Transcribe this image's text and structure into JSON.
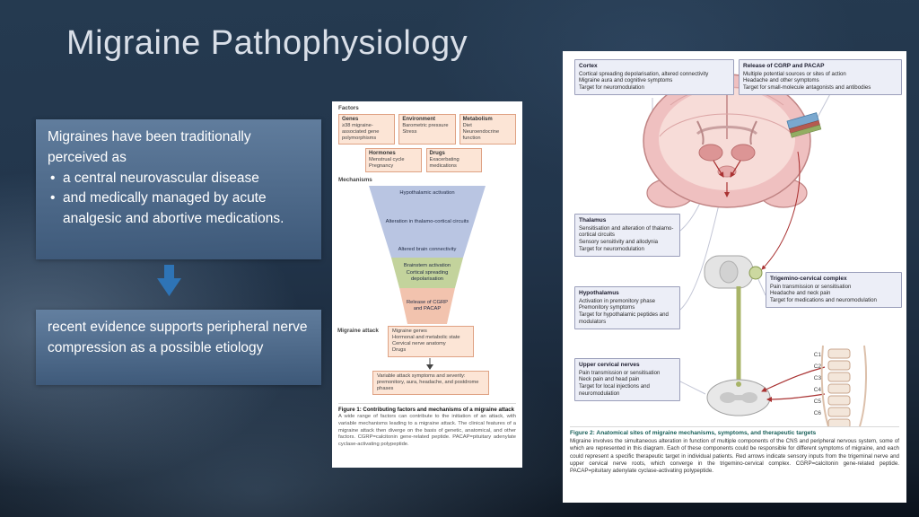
{
  "slide": {
    "title": "Migraine Pathophysiology",
    "traditional_box": {
      "intro": "Migraines have been traditionally perceived as",
      "bullets": [
        "a central neurovascular disease",
        "and medically managed by acute analgesic and abortive medications."
      ]
    },
    "evidence_box": {
      "text": "recent evidence supports peripheral nerve compression as a possible etiology"
    }
  },
  "figure1": {
    "factors_label": "Factors",
    "factors": [
      {
        "title": "Genes",
        "lines": [
          "≥38 migraine-associated gene polymorphisms"
        ]
      },
      {
        "title": "Environment",
        "lines": [
          "Barometric pressure",
          "Stress"
        ]
      },
      {
        "title": "Metabolism",
        "lines": [
          "Diet",
          "Neuroendocrine function"
        ]
      },
      {
        "title": "Hormones",
        "lines": [
          "Menstrual cycle",
          "Pregnancy"
        ]
      },
      {
        "title": "Drugs",
        "lines": [
          "Exacerbating medications"
        ]
      }
    ],
    "mechanisms_label": "Mechanisms",
    "funnel_blue": [
      "Hypothalamic activation",
      "Alteration in thalamo-cortical circuits",
      "Altered brain connectivity"
    ],
    "funnel_green": [
      "Brainstem activation",
      "Cortical spreading depolarisation"
    ],
    "funnel_release": "Release of CGRP and PACAP",
    "attack_label": "Migraine attack",
    "attack_factors": [
      "Migraine genes",
      "Hormonal and metabolic state",
      "Cervical nerve anatomy",
      "Drugs"
    ],
    "attack_outcome": "Variable attack symptoms and severity: premonitory, aura, headache, and postdrome phases",
    "caption_title": "Figure 1: Contributing factors and mechanisms of a migraine attack",
    "caption_body": "A wide range of factors can contribute to the initiation of an attack, with variable mechanisms leading to a migraine attack. The clinical features of a migraine attack then diverge on the basis of genetic, anatomical, and other factors. CGRP=calcitonin gene-related peptide. PACAP=pituitary adenylate cyclase-activating polypeptide."
  },
  "figure2": {
    "callouts": [
      {
        "title": "Cortex",
        "lines": [
          "Cortical spreading depolarisation, altered connectivity",
          "Migraine aura and cognitive symptoms",
          "Target for neuromodulation"
        ]
      },
      {
        "title": "Release of CGRP and PACAP",
        "lines": [
          "Multiple potential sources or sites of action",
          "Headache and other symptoms",
          "Target for small-molecule antagonists and antibodies"
        ]
      },
      {
        "title": "Thalamus",
        "lines": [
          "Sensitisation and alteration of thalamo-cortical circuits",
          "Sensory sensitivity and allodynia",
          "Target for neuromodulation"
        ]
      },
      {
        "title": "Hypothalamus",
        "lines": [
          "Activation in premonitory phase",
          "Premonitory symptoms",
          "Target for hypothalamic peptides and modulators"
        ]
      },
      {
        "title": "Trigemino-cervical complex",
        "lines": [
          "Pain transmission or sensitisation",
          "Headache and neck pain",
          "Target for medications and neuromodulation"
        ]
      },
      {
        "title": "Upper cervical nerves",
        "lines": [
          "Pain transmission or sensitisation",
          "Neck pain and head pain",
          "Target for local injections and neuromodulation"
        ]
      }
    ],
    "spine_labels": [
      "C1",
      "C2",
      "C3",
      "C4",
      "C5",
      "C6"
    ],
    "caption_title": "Figure 2: Anatomical sites of migraine mechanisms, symptoms, and therapeutic targets",
    "caption_body": "Migraine involves the simultaneous alteration in function of multiple components of the CNS and peripheral nervous system, some of which are represented in this diagram. Each of these components could be responsible for different symptoms of migraine, and each could represent a specific therapeutic target in individual patients. Red arrows indicate sensory inputs from the trigeminal nerve and upper cervical nerve roots, which converge in the trigemino-cervical complex. CGRP=calcitonin gene-related peptide. PACAP=pituitary adenylate cyclase-activating polypeptide."
  },
  "colors": {
    "arrow_accent": "#2e74b6",
    "textbox_blue": "#53749c",
    "funnel_blue": "#b9c5e2",
    "funnel_green": "#c3d39c",
    "funnel_salmon": "#f2c3ae",
    "factor_peach": "#fce5d6",
    "callout_lavender": "#eceef7"
  }
}
